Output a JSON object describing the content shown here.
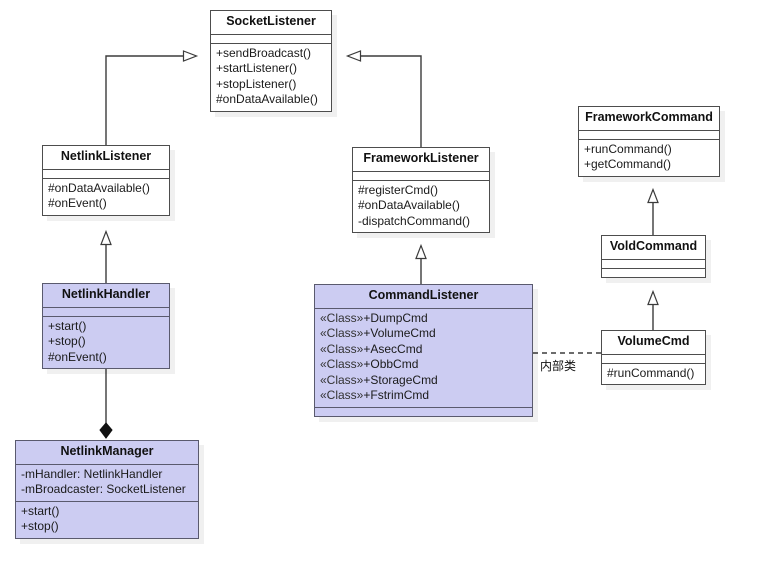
{
  "diagram": {
    "type": "uml-class-diagram",
    "title_text": "",
    "colors": {
      "fill_highlight": "#ccccf2",
      "fill_plain": "#ffffff",
      "stroke": "#4d4d4d",
      "text": "#1a1a1a"
    },
    "classes": [
      {
        "id": "socket-listener",
        "name": "SocketListener",
        "filled": false,
        "attributes": [],
        "operations": [
          "+sendBroadcast()",
          "+startListener()",
          "+stopListener()",
          "#onDataAvailable()"
        ]
      },
      {
        "id": "netlink-listener",
        "name": "NetlinkListener",
        "filled": false,
        "attributes": [],
        "operations": [
          "#onDataAvailable()",
          "#onEvent()"
        ]
      },
      {
        "id": "framework-listener",
        "name": "FrameworkListener",
        "filled": false,
        "attributes": [],
        "operations": [
          "#registerCmd()",
          "#onDataAvailable()",
          "-dispatchCommand()"
        ]
      },
      {
        "id": "framework-command",
        "name": "FrameworkCommand",
        "filled": false,
        "attributes": [],
        "operations": [
          "+runCommand()",
          "+getCommand()"
        ]
      },
      {
        "id": "netlink-handler",
        "name": "NetlinkHandler",
        "filled": true,
        "attributes": [],
        "operations": [
          "+start()",
          "+stop()",
          "#onEvent()"
        ]
      },
      {
        "id": "vold-command",
        "name": "VoldCommand",
        "filled": false,
        "attributes": [],
        "operations": []
      },
      {
        "id": "command-listener",
        "name": "CommandListener",
        "filled": true,
        "nested": [
          {
            "stereotype": "«Class»",
            "member": "+DumpCmd"
          },
          {
            "stereotype": "«Class»",
            "member": "+VolumeCmd"
          },
          {
            "stereotype": "«Class»",
            "member": "+AsecCmd"
          },
          {
            "stereotype": "«Class»",
            "member": "+ObbCmd"
          },
          {
            "stereotype": "«Class»",
            "member": "+StorageCmd"
          },
          {
            "stereotype": "«Class»",
            "member": "+FstrimCmd"
          }
        ],
        "operations": []
      },
      {
        "id": "volume-cmd",
        "name": "VolumeCmd",
        "filled": false,
        "attributes": [],
        "operations": [
          "#runCommand()"
        ]
      },
      {
        "id": "netlink-manager",
        "name": "NetlinkManager",
        "filled": true,
        "attributes": [
          "-mHandler: NetlinkHandler",
          "-mBroadcaster: SocketListener"
        ],
        "operations": [
          "+start()",
          "+stop()"
        ]
      }
    ],
    "relationships": [
      {
        "id": "gen-netlinklistener-socketlistener",
        "type": "generalization",
        "from": "NetlinkListener",
        "to": "SocketListener"
      },
      {
        "id": "gen-frameworklistener-socketlistener",
        "type": "generalization",
        "from": "FrameworkListener",
        "to": "SocketListener"
      },
      {
        "id": "gen-netlinkhandler-netlinklistener",
        "type": "generalization",
        "from": "NetlinkHandler",
        "to": "NetlinkListener"
      },
      {
        "id": "gen-commandlistener-frameworklistener",
        "type": "generalization",
        "from": "CommandListener",
        "to": "FrameworkListener"
      },
      {
        "id": "gen-voldcommand-frameworkcommand",
        "type": "generalization",
        "from": "VoldCommand",
        "to": "FrameworkCommand"
      },
      {
        "id": "gen-volumecmd-voldcommand",
        "type": "generalization",
        "from": "VolumeCmd",
        "to": "VoldCommand"
      },
      {
        "id": "comp-netlinkmanager-netlinkhandler",
        "type": "composition",
        "from": "NetlinkManager",
        "to": "NetlinkHandler"
      },
      {
        "id": "dep-commandlistener-volumecmd",
        "type": "dashed-association",
        "from": "CommandListener",
        "to": "VolumeCmd",
        "label": "内部类"
      }
    ]
  }
}
